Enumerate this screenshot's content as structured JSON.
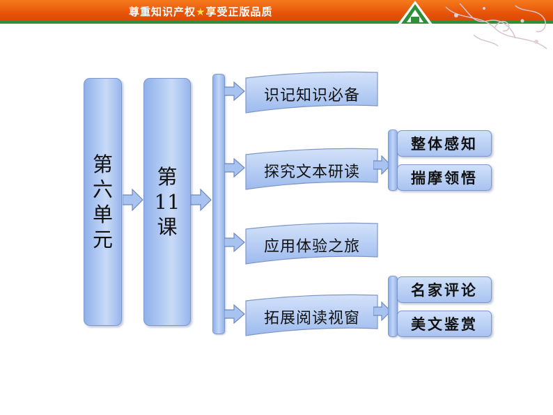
{
  "header": {
    "slogan_left": "尊重知识产权",
    "slogan_star": "★",
    "slogan_right": "享受正版品质"
  },
  "colors": {
    "header_orange": "#e8560a",
    "header_green": "#2e8f3a",
    "box_blue": "#a9c3f0",
    "box_border": "#7f97c8"
  },
  "icons": [
    "logo-a-icon",
    "decorative-swirl-icon",
    "arrow-right-icon"
  ],
  "diagram": {
    "unit": "第六单元",
    "lesson": "第11课",
    "sections": [
      {
        "label": "识记知识必备"
      },
      {
        "label": "探究文本研读",
        "children": [
          "整体感知",
          "揣摩领悟"
        ]
      },
      {
        "label": "应用体验之旅"
      },
      {
        "label": "拓展阅读视窗",
        "children": [
          "名家评论",
          "美文鉴赏"
        ]
      }
    ]
  }
}
